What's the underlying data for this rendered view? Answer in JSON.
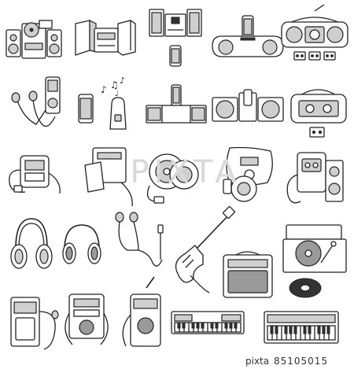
{
  "watermark": {
    "text": "PIXTA"
  },
  "credit": {
    "brand": "pixta",
    "image_number": "85105015"
  },
  "items": [
    {
      "name": "mini-component-stereo-icon",
      "category": "audio"
    },
    {
      "name": "shelf-stereo-system-icon",
      "category": "audio"
    },
    {
      "name": "compact-stereo-with-phone-icon",
      "category": "audio"
    },
    {
      "name": "speaker-dock-with-phone-icon",
      "category": "audio"
    },
    {
      "name": "cd-radio-cassette-player-icon",
      "category": "audio"
    },
    {
      "name": "digital-audio-player-with-earbuds-icon",
      "category": "portable"
    },
    {
      "name": "smartphone-smart-speaker-icon",
      "category": "portable"
    },
    {
      "name": "phone-dock-speaker-system-icon",
      "category": "audio"
    },
    {
      "name": "round-speaker-dock-icon",
      "category": "audio"
    },
    {
      "name": "radio-cassette-player-icon",
      "category": "audio"
    },
    {
      "name": "md-player-icon",
      "category": "portable"
    },
    {
      "name": "md-disc-icon",
      "category": "portable"
    },
    {
      "name": "portable-cd-player-icon",
      "category": "portable"
    },
    {
      "name": "portable-cd-player-with-remote-icon",
      "category": "portable"
    },
    {
      "name": "portable-cassette-player-icon",
      "category": "portable"
    },
    {
      "name": "over-ear-headphones-icon",
      "category": "headphones"
    },
    {
      "name": "on-ear-headphones-icon",
      "category": "headphones"
    },
    {
      "name": "wired-earphones-icon",
      "category": "headphones"
    },
    {
      "name": "electric-guitar-icon",
      "category": "instruments"
    },
    {
      "name": "guitar-amplifier-icon",
      "category": "instruments"
    },
    {
      "name": "record-turntable-icon",
      "category": "audio"
    },
    {
      "name": "vinyl-record-icon",
      "category": "audio"
    },
    {
      "name": "pocket-radio-icon",
      "category": "radio"
    },
    {
      "name": "portable-radio-icon",
      "category": "radio"
    },
    {
      "name": "handheld-radio-icon",
      "category": "radio"
    },
    {
      "name": "electronic-keyboard-icon",
      "category": "instruments"
    },
    {
      "name": "synthesizer-keyboard-icon",
      "category": "instruments"
    }
  ]
}
